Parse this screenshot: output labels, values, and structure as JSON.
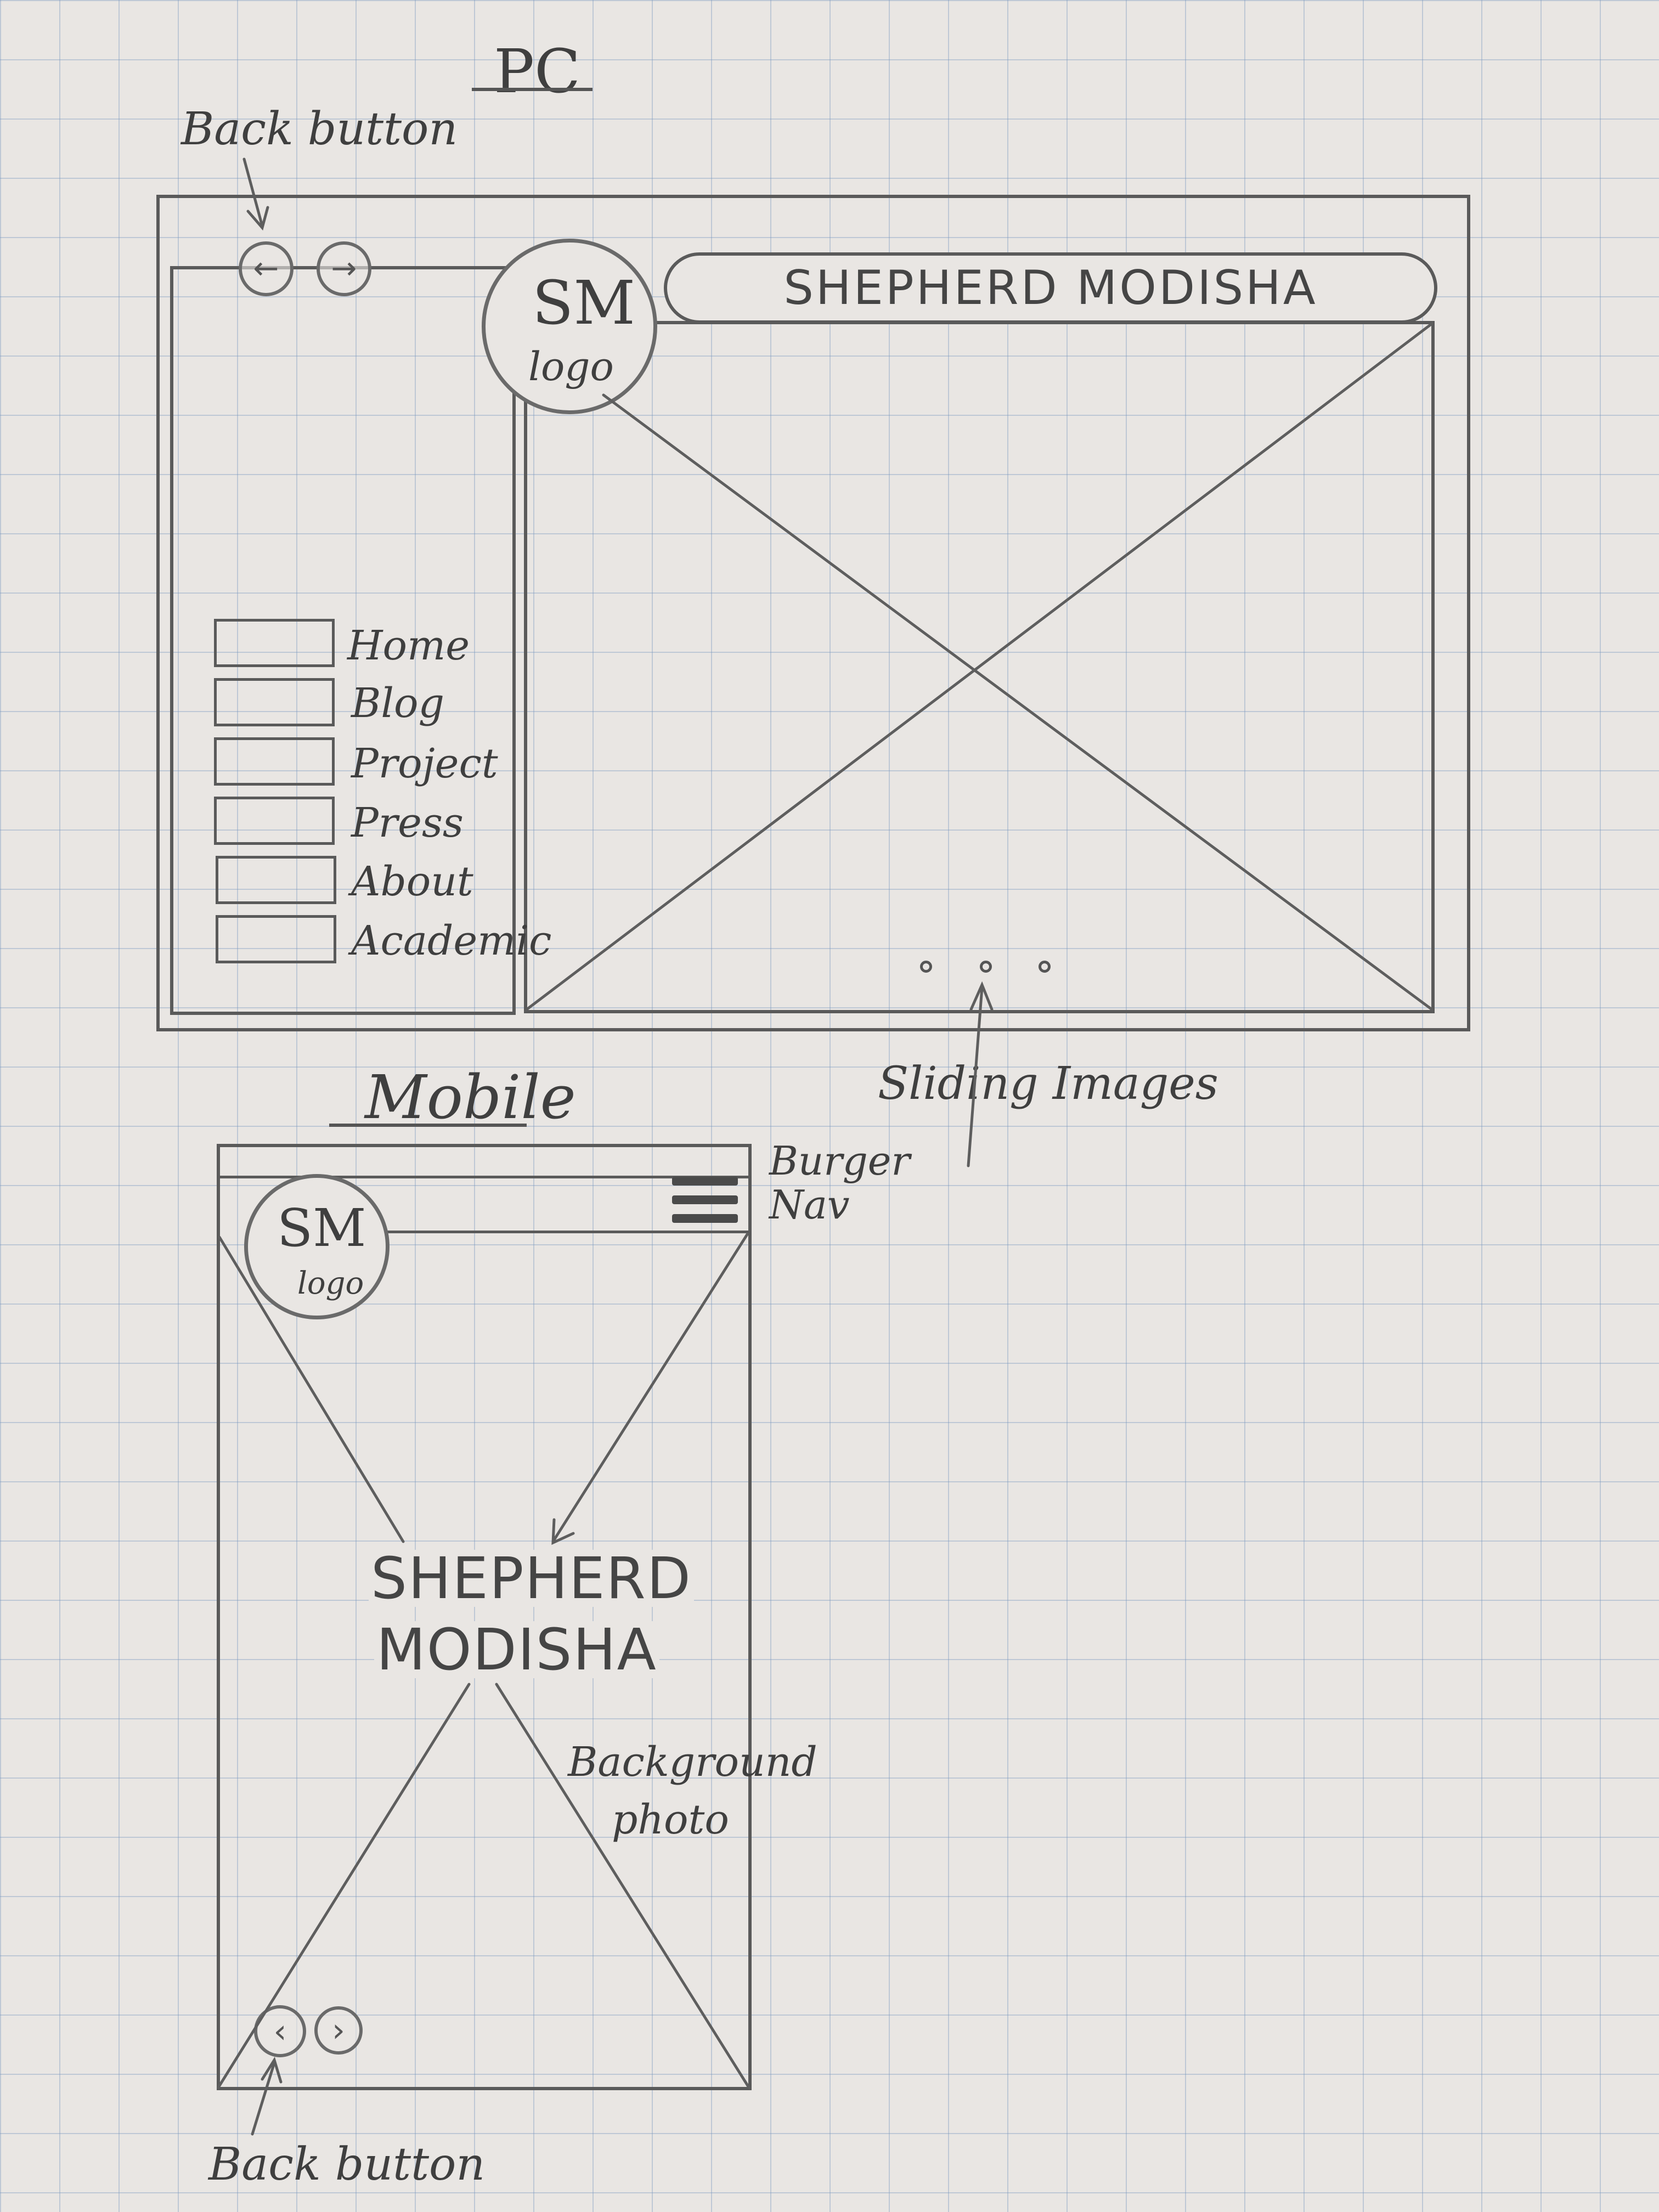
{
  "headings": {
    "pc": "PC",
    "mobile": "Mobile"
  },
  "pc": {
    "back_button_annotation": "Back button",
    "back_glyph": "←",
    "forward_glyph": "→",
    "logo_initials": "SM",
    "logo_caption": "logo",
    "title": "SHEPHERD MODISHA",
    "nav_items": [
      "Home",
      "Blog",
      "Project",
      "Press",
      "About",
      "Academic"
    ],
    "slider_annotation": "Sliding Images"
  },
  "mobile": {
    "logo_initials": "SM",
    "logo_caption": "logo",
    "burger_annotation_line1": "Burger",
    "burger_annotation_line2": "Nav",
    "title_line1": "SHEPHERD",
    "title_line2": "MODISHA",
    "background_annotation_line1": "Background",
    "background_annotation_line2": "photo",
    "back_glyph": "‹",
    "forward_glyph": "›",
    "back_button_annotation": "Back button"
  }
}
